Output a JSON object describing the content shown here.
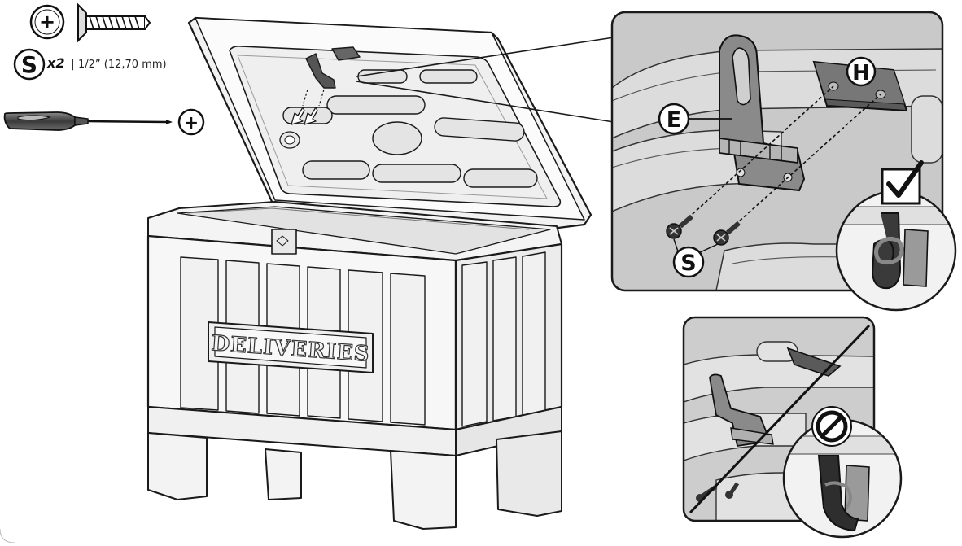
{
  "header": {
    "screw_type_symbol": "+",
    "part_letter": "S",
    "quantity": "x2",
    "separator": "|",
    "screw_size": "1/2” (12,70 mm)",
    "screwdriver_type_symbol": "+"
  },
  "box": {
    "label": "DELIVERIES"
  },
  "detail_callout": {
    "bracket_letter": "E",
    "plate_letter": "H",
    "screw_letter": "S",
    "correct_icon": "check-mark-icon"
  },
  "wrong_callout": {
    "prohibited_icon": "no-symbol-icon"
  },
  "colors": {
    "ink": "#1a1a1a",
    "panel_grey": "#c9c9c9",
    "part_dark": "#4a4a4a",
    "box_white": "#f7f7f7"
  }
}
